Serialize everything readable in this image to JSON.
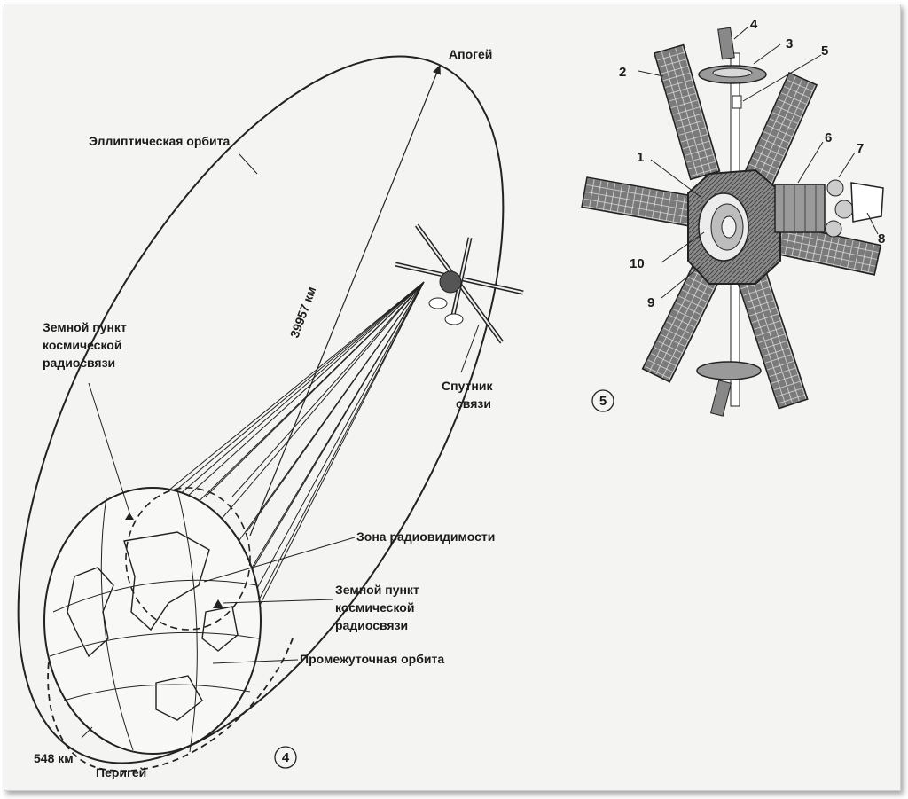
{
  "figure4": {
    "apogee": "Апогей",
    "elliptic_orbit": "Эллиптическая орбита",
    "distance": "39957 км",
    "ground_station_left": [
      "Земной пункт",
      "космической",
      "радиосвязи"
    ],
    "satellite": [
      "Спутник",
      "связи"
    ],
    "visibility_zone": "Зона радиовидимости",
    "ground_station_right": [
      "Земной пункт",
      "космической",
      "радиосвязи"
    ],
    "intermediate_orbit": "Промежуточная орбита",
    "perigee_distance": "548 км",
    "perigee": "Перигей",
    "number": "4"
  },
  "figure5": {
    "number": "5",
    "parts": [
      "1",
      "2",
      "3",
      "4",
      "5",
      "6",
      "7",
      "8",
      "9",
      "10"
    ]
  }
}
